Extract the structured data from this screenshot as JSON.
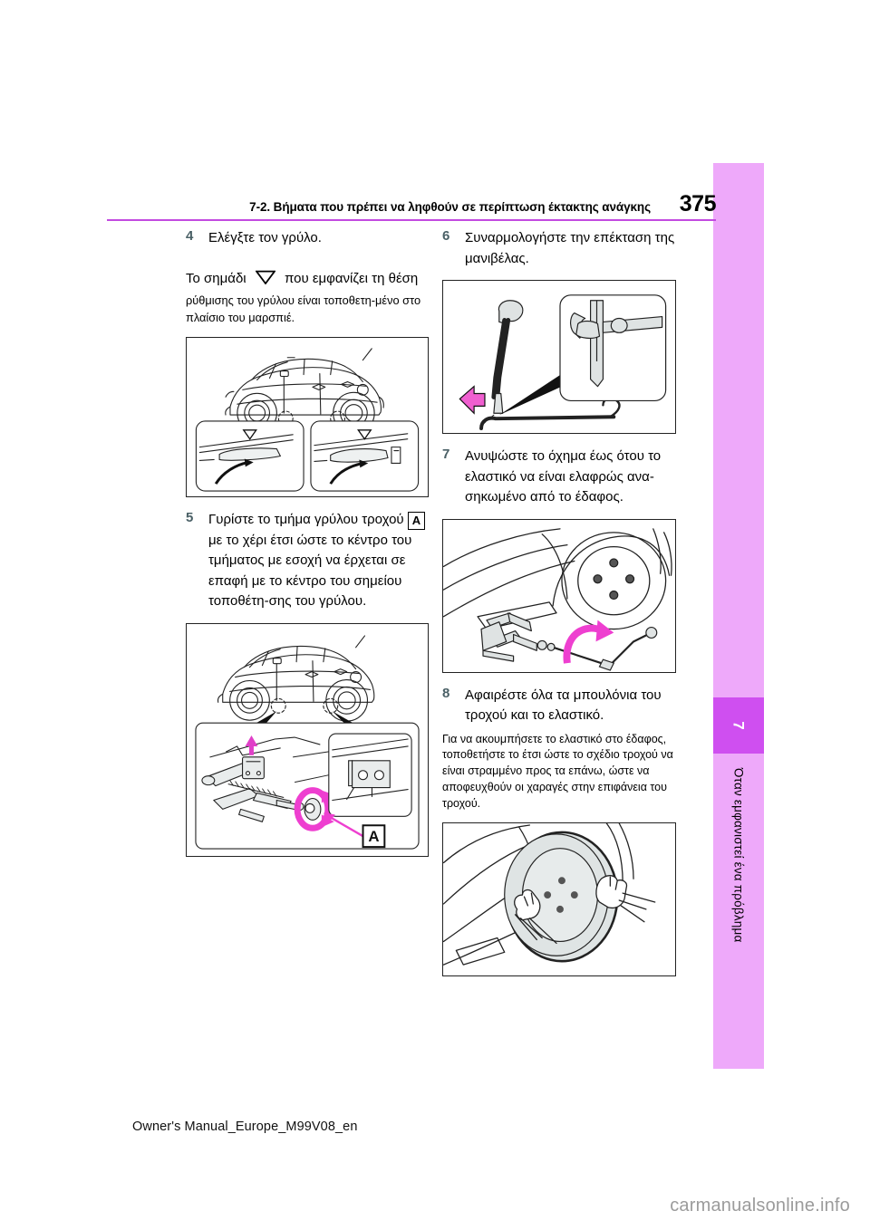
{
  "document": {
    "manual_id": "Owner's Manual_Europe_M99V08_en",
    "watermark": "carmanualsonline.info"
  },
  "header": {
    "section_title": "7-2. Βήματα που πρέπει να ληφθούν σε περίπτωση έκτακτης ανάγκης",
    "page_number": "375",
    "rule_color": "#c24ae0"
  },
  "sidebar": {
    "chapter_number": "7",
    "chapter_title": "Όταν εμφανιστεί ένα πρόβλημα",
    "band_color": "#eea9fa",
    "tab_color": "#cf4ff0"
  },
  "left_column": {
    "step4": {
      "number": "4",
      "text": "Ελέγξτε τον γρύλο."
    },
    "note4": {
      "lead": "Το σημάδι",
      "after_glyph": "που εμφανίζει τη θέση",
      "rest": "ρύθμισης του γρύλου είναι τοποθετη-μένο στο πλαίσιο του μαρσπιέ.",
      "glyph": "triangle-down-icon"
    },
    "figure1": {
      "name": "vehicle-jack-point-locations-figure",
      "caption_markers": [
        "triangle-down-icon",
        "triangle-down-icon"
      ]
    },
    "step5": {
      "number": "5",
      "text_before_marker": "Γυρίστε το τμήμα γρύλου τροχού",
      "marker": "A",
      "text_after_marker": "με το χέρι έτσι ώστε το κέντρο του τμήματος με εσοχή να έρχεται σε επαφή με το κέντρο του σημείου τοποθέτη-σης του γρύλου."
    },
    "figure2": {
      "name": "jack-positioning-figure",
      "marker_label": "A"
    }
  },
  "right_column": {
    "step6": {
      "number": "6",
      "text": "Συναρμολογήστε την επέκταση της μανιβέλας."
    },
    "figure3": {
      "name": "jack-handle-extension-assembly-figure"
    },
    "step7": {
      "number": "7",
      "text": "Ανυψώστε το όχημα έως ότου το ελαστικό να είναι ελαφρώς ανα-σηκωμένο από το έδαφος."
    },
    "figure4": {
      "name": "raising-vehicle-with-jack-figure"
    },
    "step8": {
      "number": "8",
      "text": "Αφαιρέστε όλα τα μπουλόνια του τροχού και το ελαστικό."
    },
    "note8": {
      "text": "Για να ακουμπήσετε το ελαστικό στο έδαφος, τοποθετήστε το έτσι ώστε το σχέδιο τροχού να είναι στραμμένο προς τα επάνω, ώστε να αποφευχθούν οι χαραγές στην επιφάνεια του τροχού."
    },
    "figure5": {
      "name": "removing-tire-by-hand-figure"
    }
  }
}
